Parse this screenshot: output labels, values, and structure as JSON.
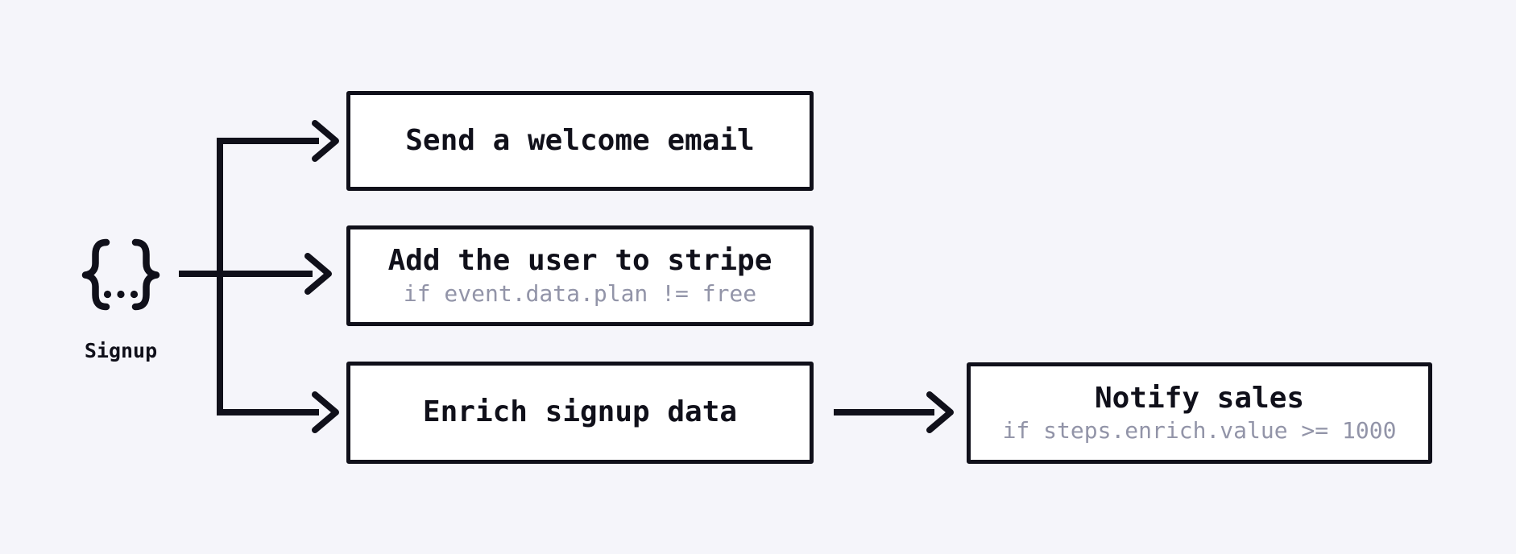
{
  "page": {
    "background": "#f5f5fa"
  },
  "colors": {
    "ink": "#10101a",
    "condition_text": "#9294a8",
    "node_fill": "#ffffff"
  },
  "trigger": {
    "icon": "curly-braces-event-icon",
    "label": "Signup"
  },
  "nodes": [
    {
      "id": "send-welcome-email",
      "title": "Send a welcome email"
    },
    {
      "id": "add-user-to-stripe",
      "title": "Add the user to stripe",
      "condition": "if event.data.plan != free"
    },
    {
      "id": "enrich-signup-data",
      "title": "Enrich signup data"
    },
    {
      "id": "notify-sales",
      "title": "Notify sales",
      "condition": "if steps.enrich.value >= 1000"
    }
  ],
  "edges": [
    {
      "from": "Signup",
      "to": "Send a welcome email"
    },
    {
      "from": "Signup",
      "to": "Add the user to stripe"
    },
    {
      "from": "Signup",
      "to": "Enrich signup data"
    },
    {
      "from": "Enrich signup data",
      "to": "Notify sales"
    }
  ]
}
